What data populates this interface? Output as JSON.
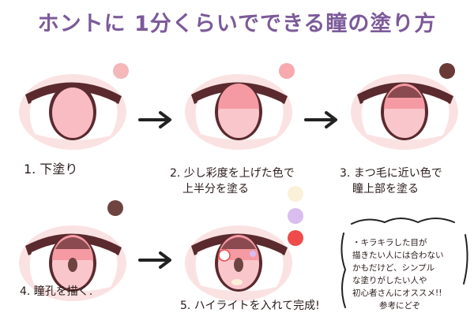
{
  "title": "ホントに 1分くらいでできる瞳の塗り方",
  "steps": [
    {
      "lines": [
        "1. 下塗り"
      ]
    },
    {
      "lines": [
        "2. 少し彩度を上げた色で",
        "上半分を塗る"
      ]
    },
    {
      "lines": [
        "3. まつ毛に近い色で",
        "瞳上部を塗る"
      ]
    },
    {
      "lines": [
        "4. 瞳孔を描く."
      ]
    },
    {
      "lines": [
        "5. ハイライトを入れて完成!"
      ]
    }
  ],
  "note": {
    "lines": [
      "・キラキラした目が",
      "描きたい人には合わない",
      "かもだけど、シンプル",
      "な塗りがしたい人や",
      "初心者さんにオススメ!!",
      "参考にどぞ"
    ]
  },
  "colors": {
    "swatch1": "#f4b8b8",
    "swatch2": "#f7a9ad",
    "swatch3": "#6a3a36",
    "swatch4": "#6e4440",
    "highlight_cream": "#fbf0d8",
    "highlight_lavender": "#d9bdf0",
    "highlight_red": "#ee4b4b"
  }
}
